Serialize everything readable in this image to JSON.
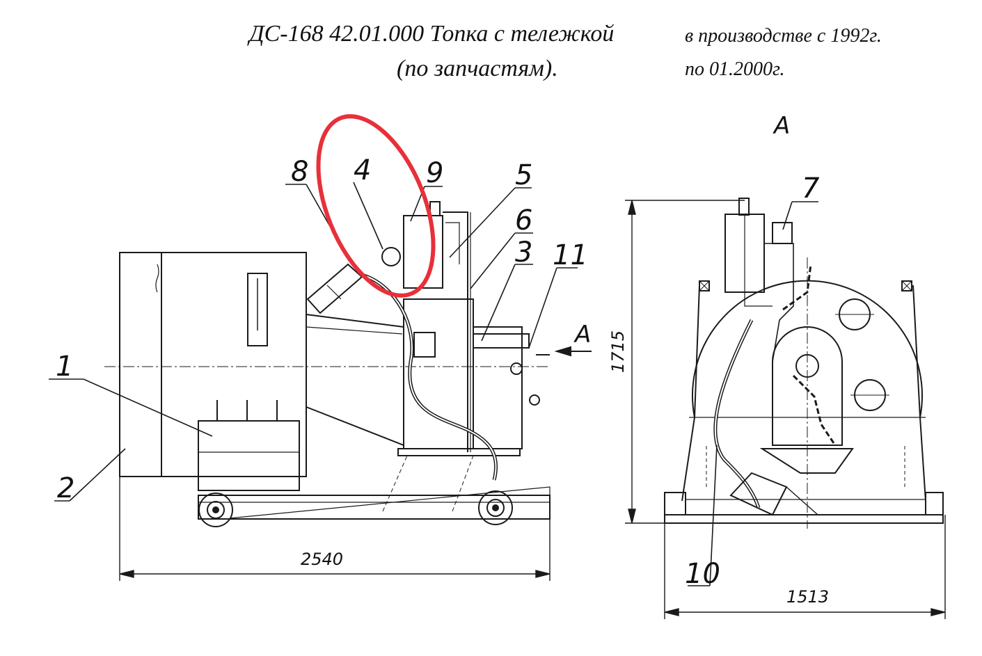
{
  "header": {
    "title_line1": "ДС-168 42.01.000 Топка с тележкой",
    "title_line2": "(по запчастям).",
    "production_line1": "в производстве с 1992г.",
    "production_line2": "по 01.2000г."
  },
  "callouts": {
    "c1": "1",
    "c2": "2",
    "c3": "3",
    "c4": "4",
    "c5": "5",
    "c6": "6",
    "c7": "7",
    "c8": "8",
    "c9": "9",
    "c10": "10",
    "c11": "11"
  },
  "view": {
    "arrow_label": "A",
    "section_label": "A"
  },
  "dimensions": {
    "length": "2540",
    "width": "1513",
    "height": "1715"
  },
  "highlight": {
    "color": "#e8303a",
    "target": "4"
  },
  "colors": {
    "line": "#1a1a1a",
    "highlight": "#e8303a"
  }
}
